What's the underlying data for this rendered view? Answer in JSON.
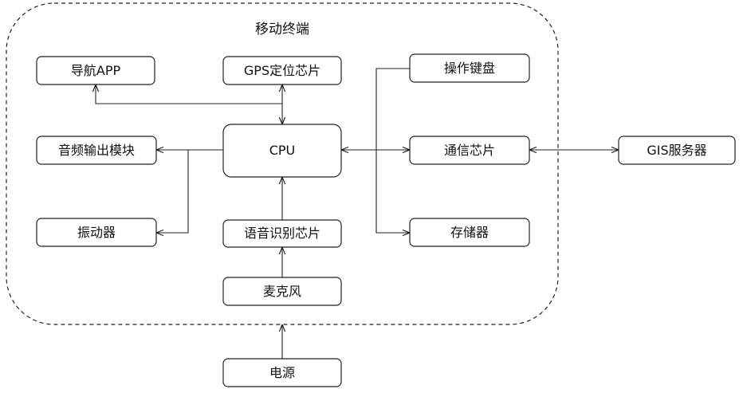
{
  "container": {
    "title": "移动终端"
  },
  "nodes": {
    "nav_app": "导航APP",
    "gps_chip": "GPS定位芯片",
    "keyboard": "操作键盘",
    "audio_out": "音频输出模块",
    "cpu": "CPU",
    "comm_chip": "通信芯片",
    "gis_server": "GIS服务器",
    "vibrator": "振动器",
    "voice_chip": "语音识别芯片",
    "storage": "存储器",
    "microphone": "麦克风",
    "power": "电源"
  }
}
